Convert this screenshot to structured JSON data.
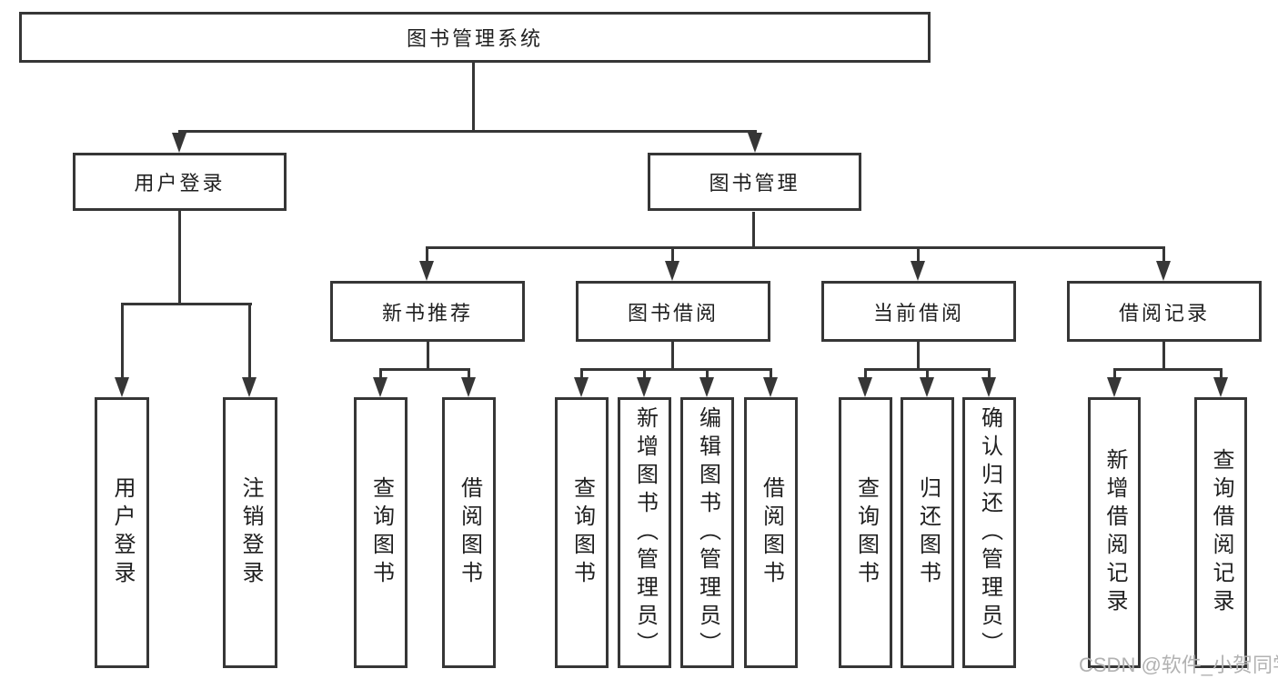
{
  "diagram_type": "hierarchy-tree",
  "tree": {
    "label": "图书管理系统",
    "children": [
      {
        "label": "用户登录",
        "children": [
          {
            "label": "用户登录"
          },
          {
            "label": "注销登录"
          }
        ]
      },
      {
        "label": "图书管理",
        "children": [
          {
            "label": "新书推荐",
            "children": [
              {
                "label": "查询图书"
              },
              {
                "label": "借阅图书"
              }
            ]
          },
          {
            "label": "图书借阅",
            "children": [
              {
                "label": "查询图书"
              },
              {
                "label": "新增图书（管理员）"
              },
              {
                "label": "编辑图书（管理员）"
              },
              {
                "label": "借阅图书"
              }
            ]
          },
          {
            "label": "当前借阅",
            "children": [
              {
                "label": "查询图书"
              },
              {
                "label": "归还图书"
              },
              {
                "label": "确认归还（管理员）"
              }
            ]
          },
          {
            "label": "借阅记录",
            "children": [
              {
                "label": "新增借阅记录"
              },
              {
                "label": "查询借阅记录"
              }
            ]
          }
        ]
      }
    ]
  },
  "watermark": "CSDN @软件_小贺同学",
  "colors": {
    "line": "#363636",
    "text": "#1f1f1f",
    "watermark": "#b2b2b2",
    "background": "#ffffff"
  }
}
